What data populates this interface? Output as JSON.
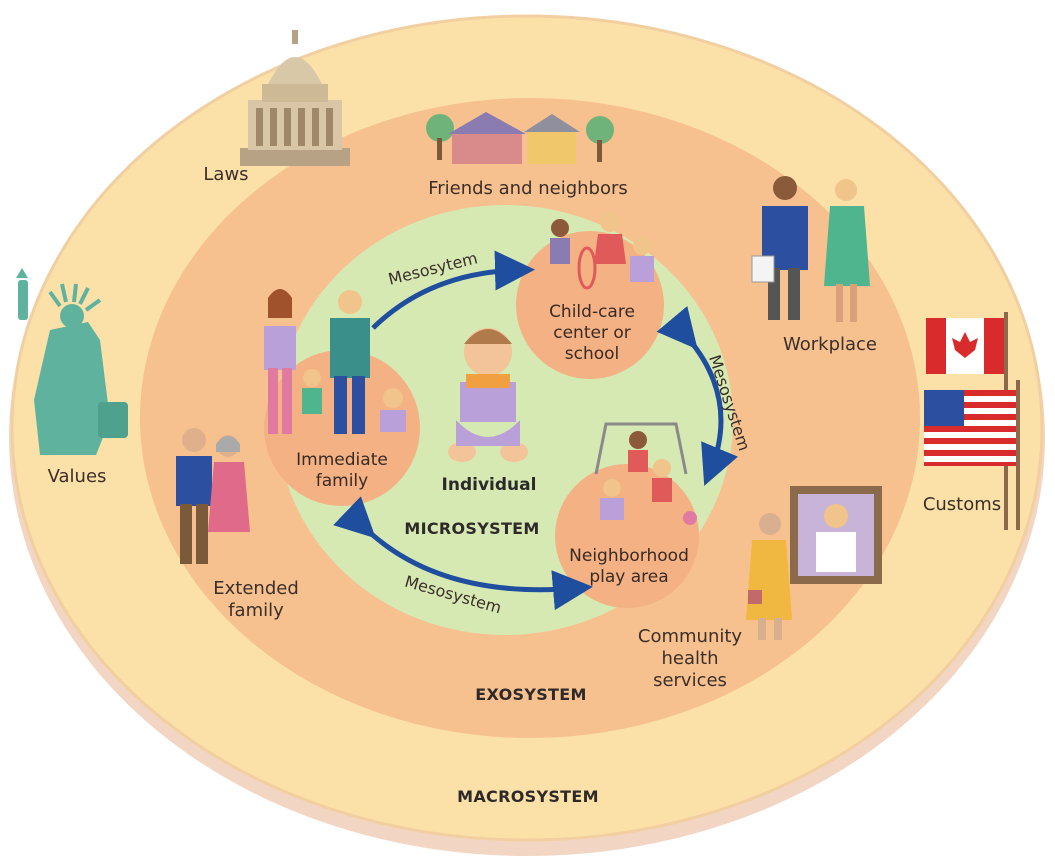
{
  "systems": {
    "macro": "MACROSYSTEM",
    "exo": "EXOSYSTEM",
    "micro": "MICROSYSTEM"
  },
  "center": {
    "label": "Individual"
  },
  "micro_settings": {
    "family": [
      "Immediate",
      "family"
    ],
    "school": [
      "Child-care",
      "center or",
      "school"
    ],
    "play": [
      "Neighborhood",
      "play area"
    ]
  },
  "meso_label": "Mesosytem",
  "meso_labels": [
    "Mesosytem",
    "Mesosystem",
    "Mesosystem"
  ],
  "exo_items": {
    "friends": "Friends and neighbors",
    "extended": [
      "Extended",
      "family"
    ],
    "workplace": "Workplace",
    "health": [
      "Community",
      "health",
      "services"
    ]
  },
  "macro_items": {
    "laws": "Laws",
    "values": "Values",
    "customs": "Customs"
  },
  "colors": {
    "macro_fill": "#fbe0a8",
    "exo_fill": "#f6c18f",
    "micro_fill": "#d6e9b3",
    "setting_fill": "#f3b184",
    "arrow": "#1f4e9e",
    "text": "#3b2f2a"
  },
  "icons": [
    "capitol-building-icon",
    "statue-of-liberty-icon",
    "houses-icon",
    "businesspeople-icon",
    "flags-icon",
    "family-icon",
    "grandparents-icon",
    "children-icon",
    "playground-icon",
    "baby-icon",
    "doctor-icon"
  ]
}
